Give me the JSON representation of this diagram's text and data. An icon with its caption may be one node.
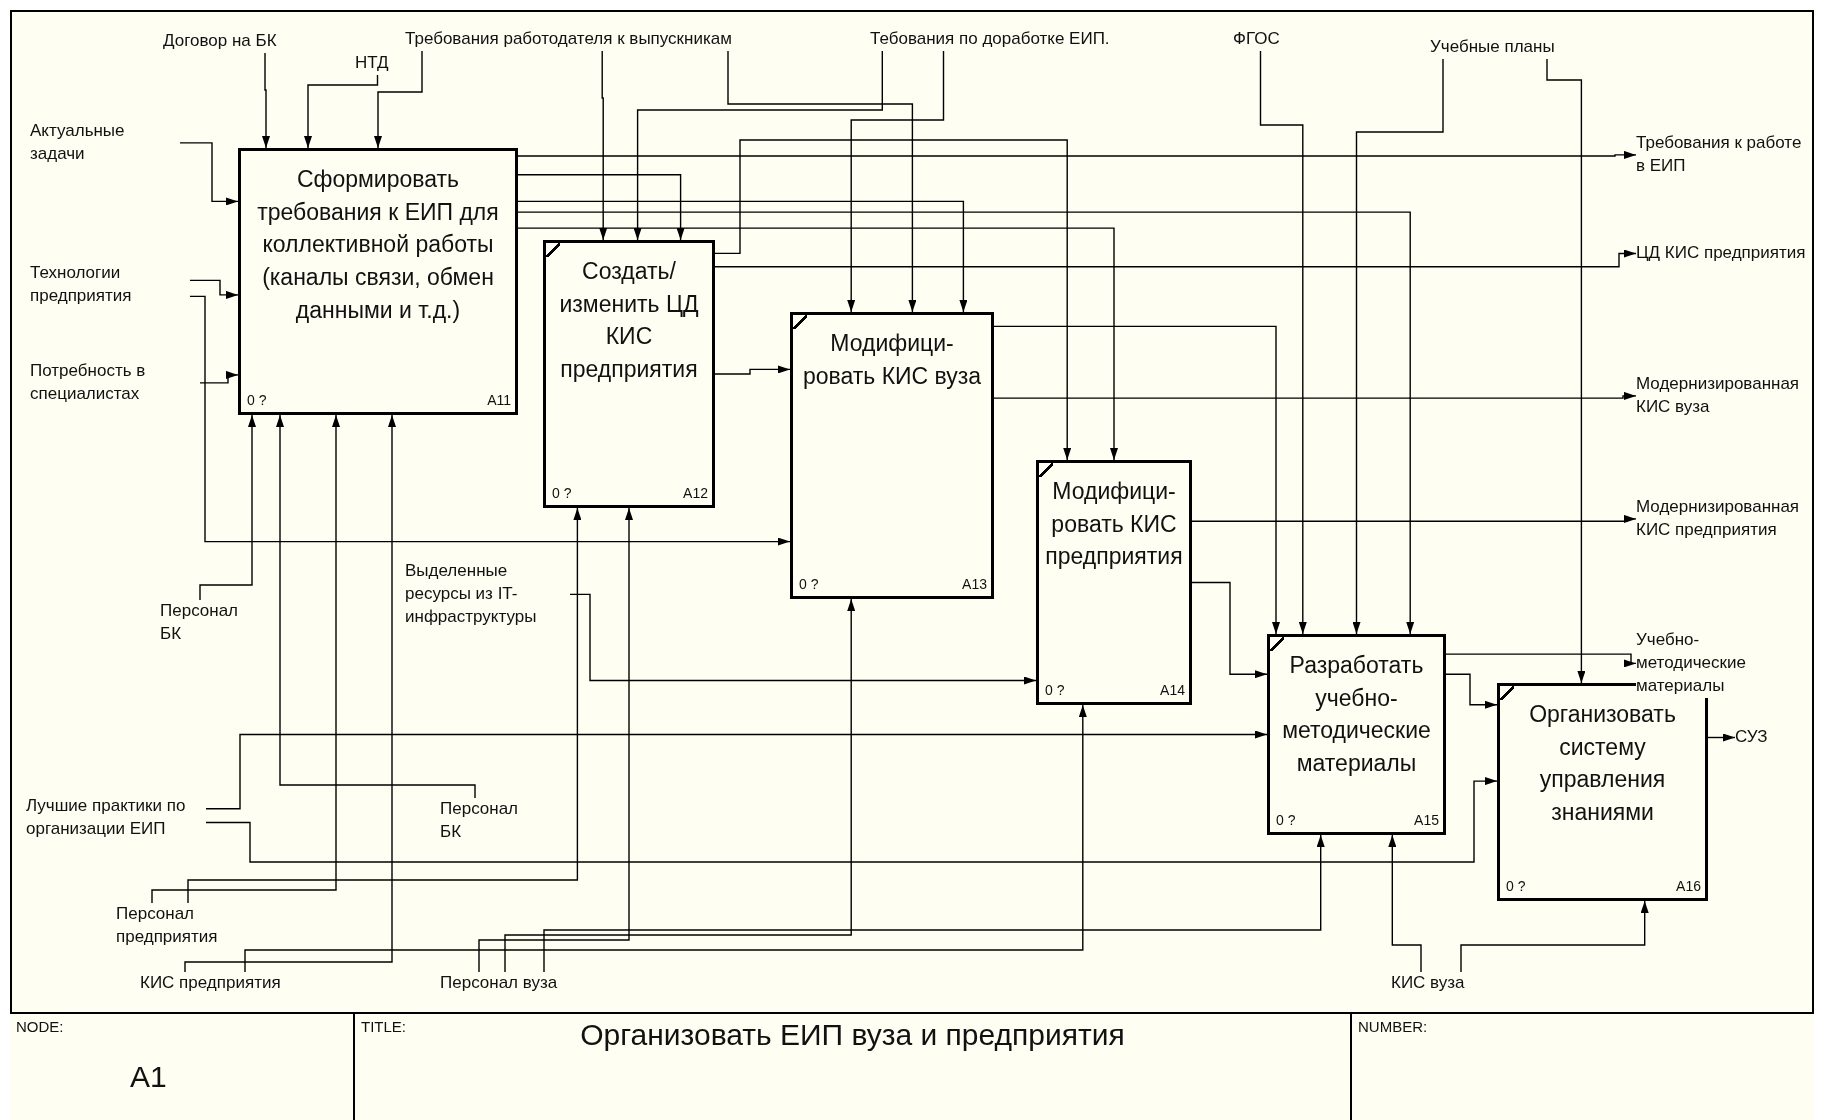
{
  "diagram": {
    "title": "Организовать ЕИП вуза и предприятия",
    "nodes": [
      {
        "text": [
          "Сформировать требования к ЕИП для коллективной работы (каналы связи, обмен данными и т.д.)",
          "0 ?",
          "A11"
        ]
      },
      {
        "text": [
          "Создать/ изменить ЦД КИС предприятия",
          "0 ?",
          "A12"
        ]
      },
      {
        "text": [
          "Модифици- ровать КИС вуза",
          "0 ?",
          "A13"
        ]
      },
      {
        "text": [
          "Модифици- ровать КИС предприятия",
          "0 ?",
          "A14"
        ]
      },
      {
        "text": [
          "Разработать учебно- методические материалы",
          "0 ?",
          "A15"
        ]
      },
      {
        "text": [
          "Организовать систему управления знаниями",
          "0 ?",
          "A16"
        ]
      },
      {
        "text": [
          "Договор на БК"
        ]
      },
      {
        "text": [
          "НТД"
        ]
      },
      {
        "text": [
          "Требования работодателя к выпускникам"
        ]
      },
      {
        "text": [
          "Тебования по доработке ЕИП."
        ]
      },
      {
        "text": [
          "ФГОС"
        ]
      },
      {
        "text": [
          "Учебные планы"
        ]
      },
      {
        "text": [
          "Актуальные задачи"
        ]
      },
      {
        "text": [
          "Технологии предприятия"
        ]
      },
      {
        "text": [
          "Потребность в специалистах"
        ]
      },
      {
        "text": [
          "Персонал БК"
        ]
      },
      {
        "text": [
          "Выделенные ресурсы из IT-инфраструктуры"
        ]
      },
      {
        "text": [
          "Лучшие практики по организации ЕИП"
        ]
      },
      {
        "text": [
          "Персонал БК"
        ]
      },
      {
        "text": [
          "Персонал предприятия"
        ]
      },
      {
        "text": [
          "КИС предприятия"
        ]
      },
      {
        "text": [
          "Персонал вуза"
        ]
      },
      {
        "text": [
          "КИС вуза"
        ]
      },
      {
        "text": [
          "Требования к работе в ЕИП"
        ]
      },
      {
        "text": [
          "ЦД КИС предприятия"
        ]
      },
      {
        "text": [
          "Модернизированная КИС вуза"
        ]
      },
      {
        "text": [
          "Модернизированная КИС предприятия"
        ]
      },
      {
        "text": [
          "Учебно-методические материалы"
        ]
      },
      {
        "text": [
          "СУЗ"
        ]
      }
    ],
    "edges": [
      {
        "from": 6,
        "to": 0,
        "arrow": "to"
      },
      {
        "from": 7,
        "to": 0,
        "arrow": "to"
      },
      {
        "from": 8,
        "to": 0,
        "arrow": "to"
      },
      {
        "from": 8,
        "to": 1,
        "arrow": "to"
      },
      {
        "from": 9,
        "to": 1,
        "arrow": "to"
      },
      {
        "from": 9,
        "to": 2,
        "arrow": "to"
      },
      {
        "from": 8,
        "to": 2,
        "arrow": "to"
      },
      {
        "from": 10,
        "to": 4,
        "arrow": "to"
      },
      {
        "from": 11,
        "to": 4,
        "arrow": "to"
      },
      {
        "from": 11,
        "to": 5,
        "arrow": "to"
      },
      {
        "from": 12,
        "to": 0,
        "arrow": "to"
      },
      {
        "from": 13,
        "to": 0,
        "arrow": "to"
      },
      {
        "from": 14,
        "to": 0,
        "arrow": "to"
      },
      {
        "from": 13,
        "to": 2,
        "arrow": "to"
      },
      {
        "from": 17,
        "to": 4,
        "arrow": "to"
      },
      {
        "from": 17,
        "to": 5,
        "arrow": "to"
      },
      {
        "from": 16,
        "to": 3,
        "arrow": "to"
      },
      {
        "from": 15,
        "to": 0,
        "arrow": "to"
      },
      {
        "from": 18,
        "to": 0,
        "arrow": "to"
      },
      {
        "from": 19,
        "to": 0,
        "arrow": "to"
      },
      {
        "from": 19,
        "to": 1,
        "arrow": "to"
      },
      {
        "from": 20,
        "to": 0,
        "arrow": "to"
      },
      {
        "from": 20,
        "to": 3,
        "arrow": "to"
      },
      {
        "from": 21,
        "to": 1,
        "arrow": "to"
      },
      {
        "from": 21,
        "to": 2,
        "arrow": "to"
      },
      {
        "from": 21,
        "to": 4,
        "arrow": "to"
      },
      {
        "from": 22,
        "to": 4,
        "arrow": "to"
      },
      {
        "from": 22,
        "to": 5,
        "arrow": "to"
      },
      {
        "from": 0,
        "to": 1,
        "arrow": "to"
      },
      {
        "from": 0,
        "to": 2,
        "arrow": "to"
      },
      {
        "from": 0,
        "to": 3,
        "arrow": "to"
      },
      {
        "from": 0,
        "to": 4,
        "arrow": "to"
      },
      {
        "from": 1,
        "to": 2,
        "arrow": "to"
      },
      {
        "from": 1,
        "to": 3,
        "arrow": "to"
      },
      {
        "from": 2,
        "to": 4,
        "arrow": "to"
      },
      {
        "from": 3,
        "to": 4,
        "arrow": "to"
      },
      {
        "from": 4,
        "to": 5,
        "arrow": "to"
      },
      {
        "from": 0,
        "to": 23,
        "arrow": "to"
      },
      {
        "from": 1,
        "to": 24,
        "arrow": "to"
      },
      {
        "from": 2,
        "to": 25,
        "arrow": "to"
      },
      {
        "from": 3,
        "to": 26,
        "arrow": "to"
      },
      {
        "from": 4,
        "to": 27,
        "arrow": "to"
      },
      {
        "from": 5,
        "to": 28,
        "arrow": "to"
      }
    ],
    "labels": [
      "NODE:",
      "A1",
      "TITLE:",
      "NUMBER:"
    ]
  }
}
